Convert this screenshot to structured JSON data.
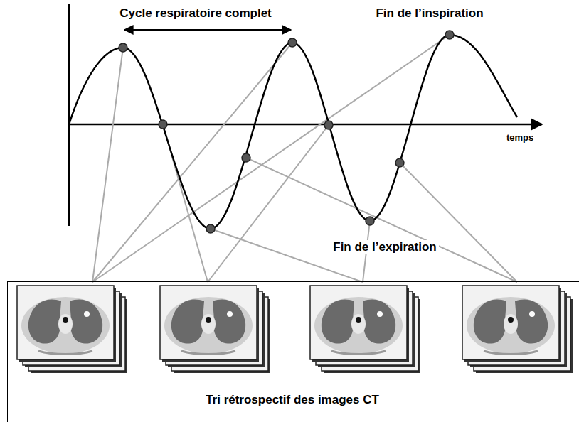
{
  "diagram": {
    "nodes": [
      {
        "text": [
          "Tri rétrospectif des images CT"
        ]
      }
    ],
    "labels": [
      "Cycle respiratoire complet",
      "Fin de l’inspiration",
      "temps",
      "Fin de l’expiration"
    ]
  }
}
